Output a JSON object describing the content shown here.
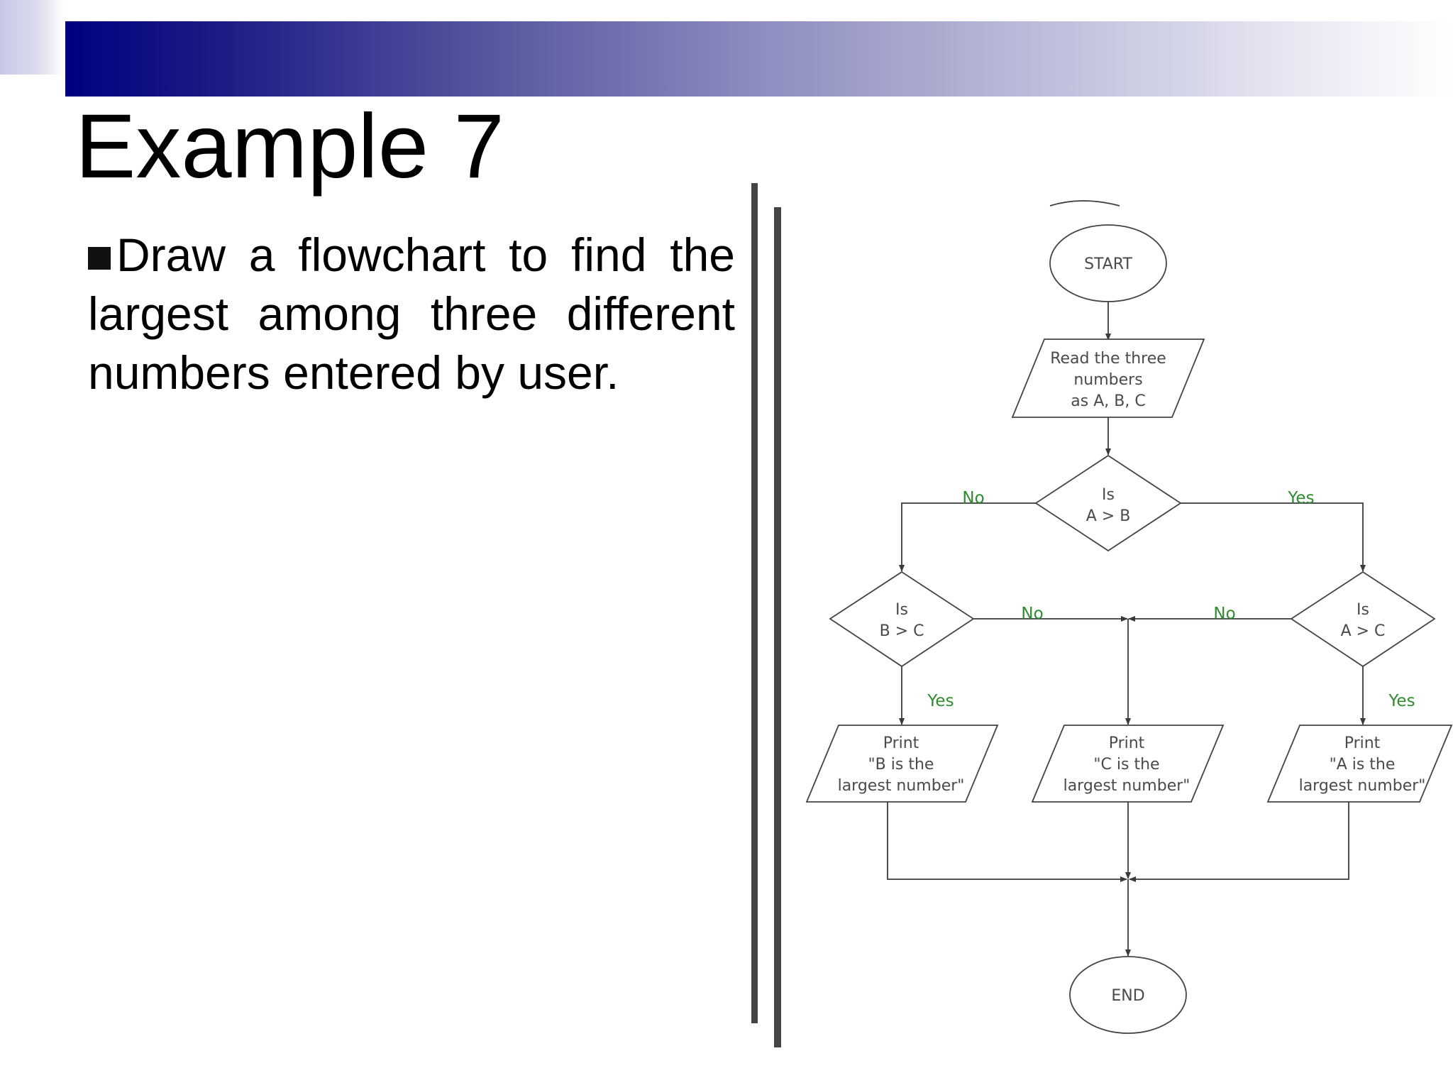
{
  "slide": {
    "title": "Example 7",
    "bullet_text": "Draw a flowchart to find the largest among three different numbers entered by user."
  },
  "flowchart": {
    "start": "START",
    "input_lines": [
      "Read the three",
      "numbers",
      "as A, B, C"
    ],
    "decision_ab": [
      "Is",
      "A > B"
    ],
    "decision_bc": [
      "Is",
      "B > C"
    ],
    "decision_ac": [
      "Is",
      "A > C"
    ],
    "print_b": [
      "Print",
      "\"B is the",
      "largest number\""
    ],
    "print_c": [
      "Print",
      "\"C is the",
      "largest number\""
    ],
    "print_a": [
      "Print",
      "\"A is the",
      "largest number\""
    ],
    "end": "END",
    "labels": {
      "ab_no": "No",
      "ab_yes": "Yes",
      "bc_no": "No",
      "ac_no": "No",
      "bc_yes": "Yes",
      "ac_yes": "Yes"
    }
  }
}
